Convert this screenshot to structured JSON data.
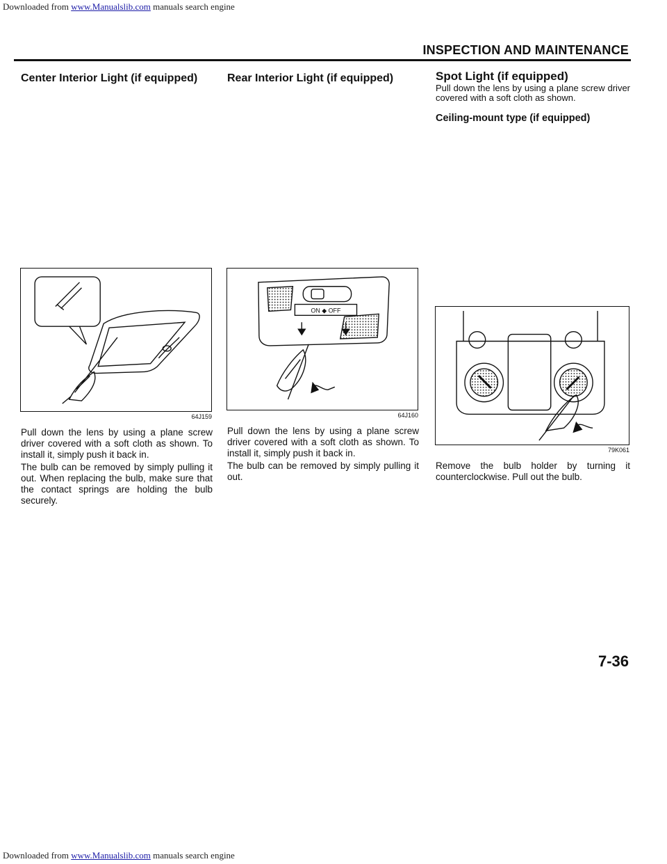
{
  "banner": {
    "prefix": "Downloaded from ",
    "link": "www.Manualslib.com",
    "suffix": " manuals search engine"
  },
  "header": {
    "section": "INSPECTION AND MAINTENANCE"
  },
  "center_light": {
    "title": "Center Interior Light (if equipped)",
    "figure_code": "64J159",
    "para1": "Pull down the lens by using a plane screw driver covered with a soft cloth as shown. To install it, simply push it back in.",
    "para2": "The bulb can be removed by simply pulling it out. When replacing the bulb, make sure that the contact springs are holding the bulb securely."
  },
  "rear_light": {
    "title": "Rear Interior Light (if equipped)",
    "figure_code": "64J160",
    "switch_label": "ON ◆ OFF",
    "para1": "Pull down the lens by using a plane screw driver covered with a soft cloth as shown. To install it, simply push it back in.",
    "para2": "The bulb can be removed by simply pulling it out."
  },
  "spot_light": {
    "title": "Spot Light (if equipped)",
    "intro": "Pull down the lens by using a plane screw driver covered with a soft cloth as shown.",
    "subtitle": "Ceiling-mount type (if equipped)",
    "figure_code": "79K061",
    "para1": "Remove the bulb holder by turning it counterclockwise. Pull out the bulb."
  },
  "page_number": "7-36",
  "footer": {
    "prefix": "Downloaded from ",
    "link": "www.Manualslib.com",
    "suffix": " manuals search engine"
  }
}
